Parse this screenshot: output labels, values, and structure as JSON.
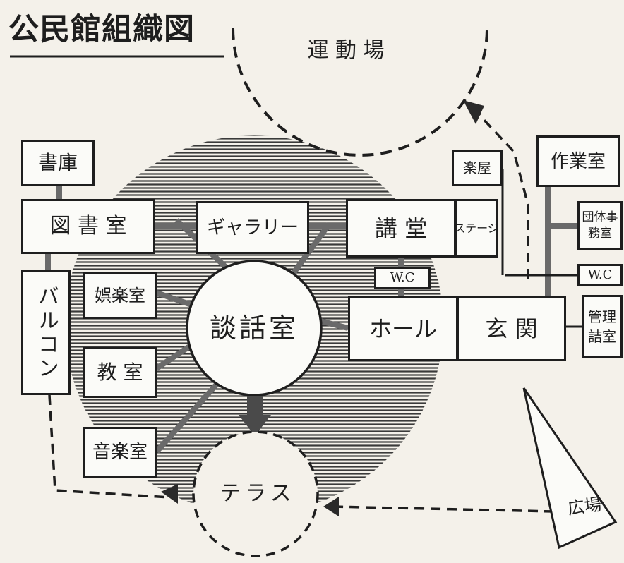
{
  "title": "公民館組織図",
  "nodes": {
    "sports_ground": "運 動 場",
    "archive": "書庫",
    "library": "図 書 室",
    "gallery": "ギャラリー",
    "auditorium": "講 堂",
    "stage": "ステージ",
    "green_room": "楽屋",
    "workshop": "作業室",
    "group_office": "団体事務室",
    "wc_auditorium": "W.C",
    "wc_right": "W.C",
    "balcony": "バルコン",
    "recreation_room": "娯楽室",
    "classroom": "教 室",
    "lounge": "談話室",
    "hall": "ホール",
    "entrance": "玄 関",
    "manager_room": "管理詰室",
    "music_room": "音楽室",
    "terrace": "テラス",
    "plaza": "広場"
  },
  "colors": {
    "ink": "#1e1e1e",
    "paper": "#f4f1ea",
    "box_fill": "#fbfbf8",
    "hatch": "#3a3a3a"
  }
}
